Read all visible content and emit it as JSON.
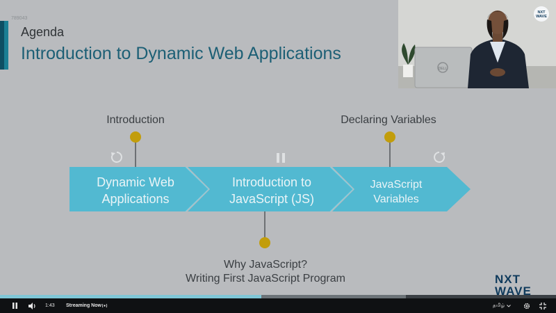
{
  "slide": {
    "id_text": "789043",
    "section": "Agenda",
    "title": "Introduction to Dynamic Web Applications",
    "steps": [
      {
        "line1": "Dynamic Web",
        "line2": "Applications"
      },
      {
        "line1": "Introduction to",
        "line2": "JavaScript (JS)"
      },
      {
        "line1": "JavaScript",
        "line2": "Variables"
      }
    ],
    "milestones_top": [
      "Introduction",
      "Declaring Variables"
    ],
    "milestones_bottom": {
      "line1": "Why JavaScript?",
      "line2": "Writing First JavaScript Program"
    },
    "logo": {
      "line1": "NXT",
      "line2": "WAVE"
    },
    "colors": {
      "arrow": "#52b9d1",
      "dot": "#c29d0b",
      "title": "#1c5f75"
    }
  },
  "webcam": {
    "badge_line1": "NXT",
    "badge_line2": "WAVE",
    "laptop_brand": "DELL"
  },
  "overlay_icons": [
    "rewind-icon",
    "pause-icon",
    "forward-icon"
  ],
  "player": {
    "time": "1:43",
    "status": "Streaming Now",
    "status_icon": "live-icon",
    "language": "தமிழ்",
    "played_fraction": 0.47,
    "buffered_fraction": 0.73
  }
}
